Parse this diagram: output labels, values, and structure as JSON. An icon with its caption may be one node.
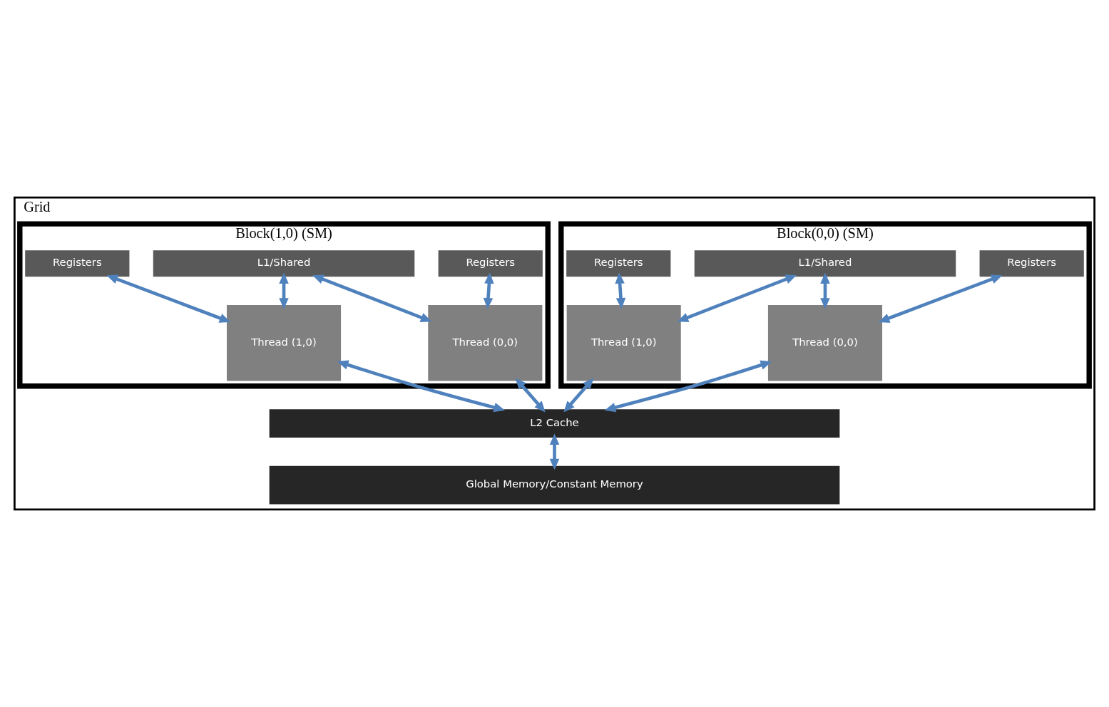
{
  "diagram": {
    "nodes": [
      {
        "text": [
          "Grid"
        ]
      },
      {
        "text": [
          "Block(0,0) (SM)"
        ],
        "in": 0
      },
      {
        "text": [
          "L1/Shared"
        ],
        "in": 1
      },
      {
        "text": [
          "Registers"
        ],
        "in": 1
      },
      {
        "text": [
          "Registers"
        ],
        "in": 1
      },
      {
        "text": [
          "Thread (0,0)"
        ],
        "in": 1
      },
      {
        "text": [
          "Thread (1,0)"
        ],
        "in": 1
      },
      {
        "text": [
          "Block(1,0) (SM)"
        ],
        "in": 0
      },
      {
        "text": [
          "L1/Shared"
        ],
        "in": 7
      },
      {
        "text": [
          "Registers"
        ],
        "in": 7
      },
      {
        "text": [
          "Registers"
        ],
        "in": 7
      },
      {
        "text": [
          "Thread (0,0)"
        ],
        "in": 7
      },
      {
        "text": [
          "Thread (1,0)"
        ],
        "in": 7
      },
      {
        "text": [
          "L2 Cache"
        ],
        "in": 0
      },
      {
        "text": [
          "Global Memory/Constant Memory"
        ],
        "in": 0
      }
    ],
    "edges": [
      {
        "from": 3,
        "to": 5,
        "arrow": "both"
      },
      {
        "from": 2,
        "to": 5,
        "arrow": "both"
      },
      {
        "from": 2,
        "to": 6,
        "arrow": "both"
      },
      {
        "from": 4,
        "to": 6,
        "arrow": "both"
      },
      {
        "from": 9,
        "to": 11,
        "arrow": "both"
      },
      {
        "from": 8,
        "to": 11,
        "arrow": "both"
      },
      {
        "from": 8,
        "to": 12,
        "arrow": "both"
      },
      {
        "from": 10,
        "to": 12,
        "arrow": "both"
      },
      {
        "from": 5,
        "to": 13,
        "arrow": "both"
      },
      {
        "from": 6,
        "to": 13,
        "arrow": "both"
      },
      {
        "from": 11,
        "to": 13,
        "arrow": "both"
      },
      {
        "from": 12,
        "to": 13,
        "arrow": "both"
      },
      {
        "from": 13,
        "to": 14,
        "arrow": "both"
      }
    ]
  }
}
